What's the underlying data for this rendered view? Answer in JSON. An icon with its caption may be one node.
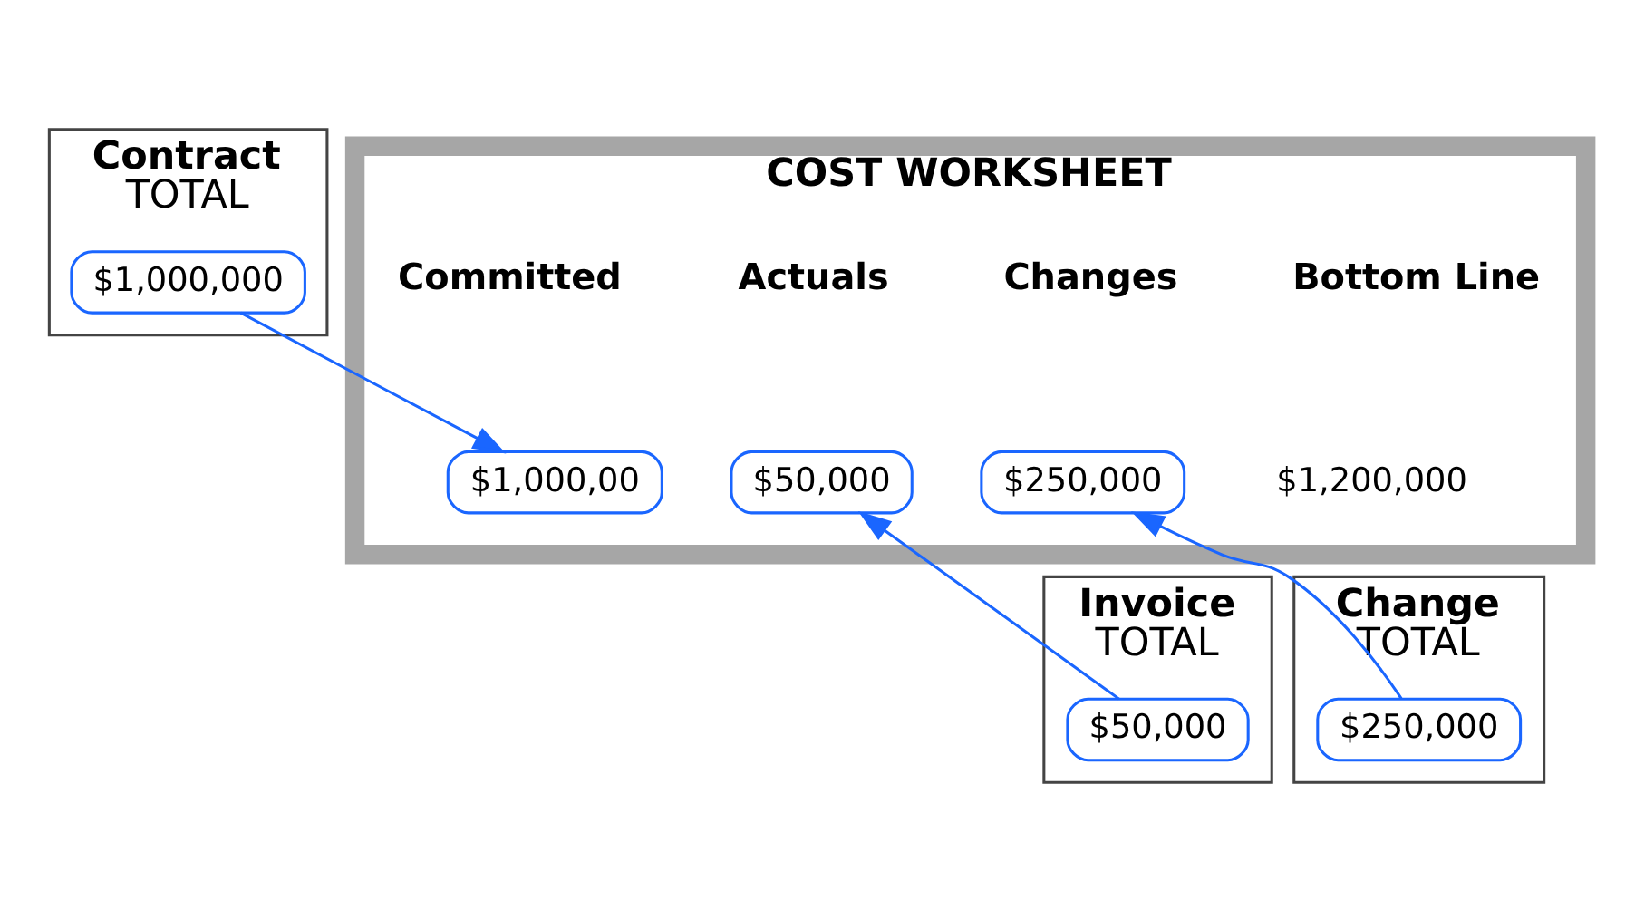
{
  "diagram": {
    "nodes": [
      {
        "text": [
          "Contract",
          "TOTAL"
        ]
      },
      {
        "text": [
          "$1,000,000"
        ],
        "in": 0
      },
      {
        "text": [
          "COST WORKSHEET"
        ]
      },
      {
        "text": [
          "$1,000,00"
        ],
        "in": 2
      },
      {
        "text": [
          "$50,000"
        ],
        "in": 2
      },
      {
        "text": [
          "$250,000"
        ],
        "in": 2
      },
      {
        "text": [
          "Invoice",
          "TOTAL"
        ]
      },
      {
        "text": [
          "$50,000"
        ],
        "in": 6
      },
      {
        "text": [
          "Change",
          "TOTAL"
        ]
      },
      {
        "text": [
          "$250,000"
        ],
        "in": 8
      }
    ],
    "edges": [
      {
        "from": 1,
        "to": 3,
        "arrow": "to"
      },
      {
        "from": 7,
        "to": 4,
        "arrow": "to"
      },
      {
        "from": 9,
        "to": 5,
        "arrow": "to"
      }
    ],
    "labels": [
      "Committed",
      "Actuals",
      "Changes",
      "Bottom Line",
      "$1,200,000"
    ]
  }
}
